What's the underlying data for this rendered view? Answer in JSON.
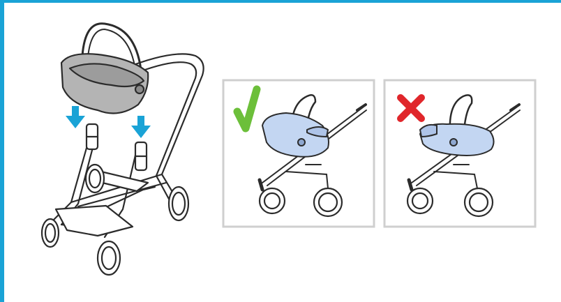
{
  "figure": {
    "frame_color": "#1aa3d6",
    "arrow_color": "#1aa3d6",
    "seat_grey": "#b4b4b4",
    "seat_blue": "#c3d6f2",
    "panel_border": "#cfcfcf",
    "line_color": "#2b2b2b"
  },
  "panels": [
    {
      "verdict": "correct",
      "icon": "check-icon",
      "icon_color": "#6cbf3a",
      "seat_orientation": "facing-parent"
    },
    {
      "verdict": "incorrect",
      "icon": "cross-icon",
      "icon_color": "#e0262b",
      "seat_orientation": "facing-forward"
    }
  ],
  "illustration": {
    "subject": "stroller-with-infant-car-seat",
    "arrow_icons": [
      "down-arrow-icon",
      "down-arrow-icon"
    ]
  }
}
